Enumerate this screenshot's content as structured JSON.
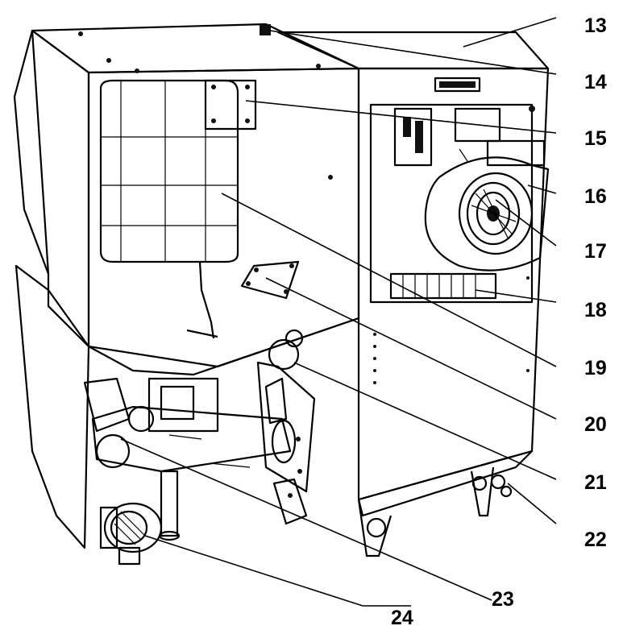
{
  "diagram": {
    "labels": [
      {
        "id": "label-13",
        "text": "13"
      },
      {
        "id": "label-14",
        "text": "14"
      },
      {
        "id": "label-15",
        "text": "15"
      },
      {
        "id": "label-16",
        "text": "16"
      },
      {
        "id": "label-17",
        "text": "17"
      },
      {
        "id": "label-18",
        "text": "18"
      },
      {
        "id": "label-19",
        "text": "19"
      },
      {
        "id": "label-20",
        "text": "20"
      },
      {
        "id": "label-21",
        "text": "21"
      },
      {
        "id": "label-22",
        "text": "22"
      },
      {
        "id": "label-23",
        "text": "23"
      },
      {
        "id": "label-24",
        "text": "24"
      }
    ]
  },
  "colors": {
    "line": "#000000",
    "background": "#ffffff"
  }
}
